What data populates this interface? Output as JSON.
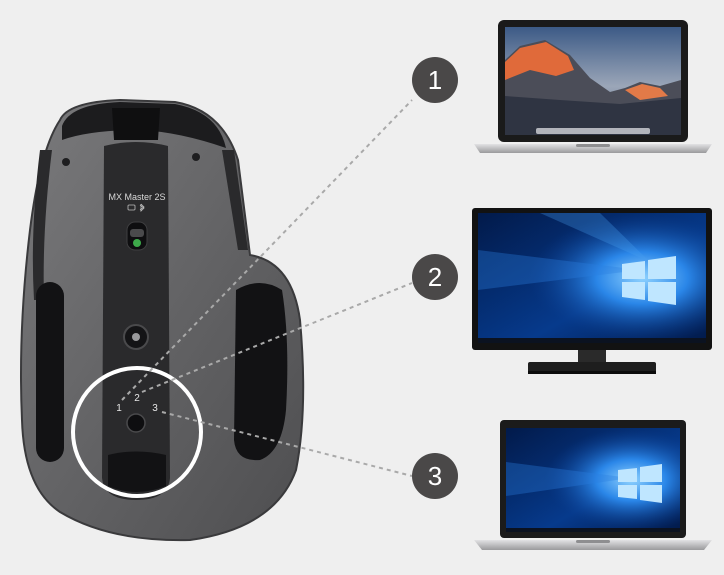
{
  "mouse": {
    "model_label": "MX Master 2S",
    "channel_labels": [
      "1",
      "2",
      "3"
    ]
  },
  "callouts": [
    {
      "number": "1",
      "device": "laptop-macos"
    },
    {
      "number": "2",
      "device": "monitor-windows"
    },
    {
      "number": "3",
      "device": "laptop-windows"
    }
  ],
  "colors": {
    "background": "#efefef",
    "mouse_body": "#6e6e70",
    "mouse_pad": "#1a1a1c",
    "badge": "#4a4848",
    "dashed_line": "#a9a9a9",
    "windows_blue": "#0a5fc4"
  }
}
